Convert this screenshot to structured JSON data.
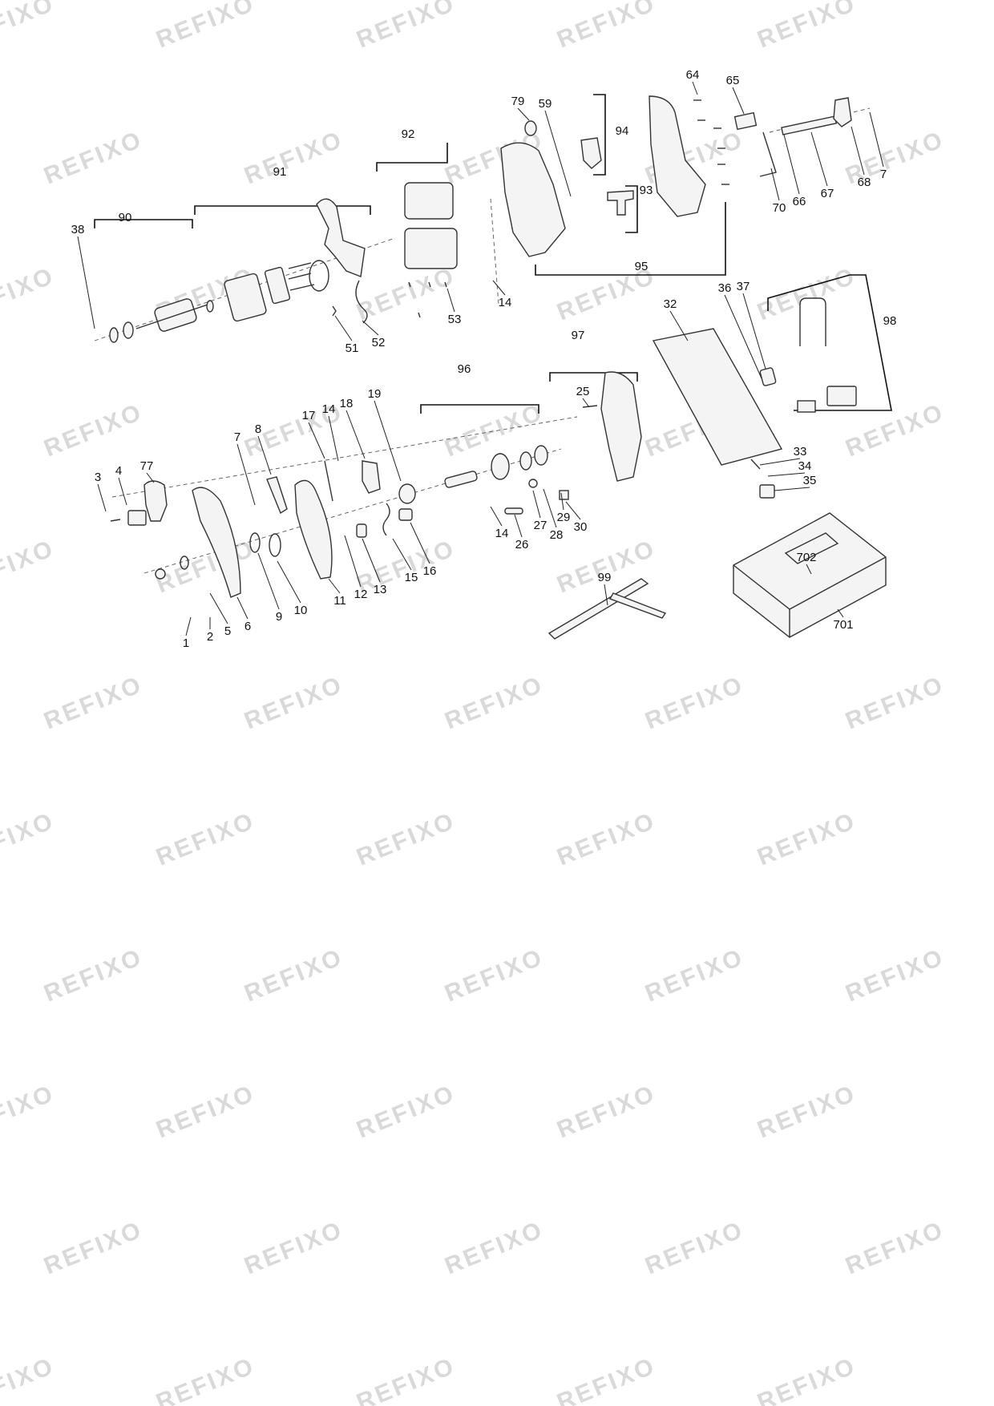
{
  "watermark": {
    "text": "REFIXO",
    "color": "#d9d9d9"
  },
  "callouts": [
    "1",
    "2",
    "3",
    "4",
    "5",
    "6",
    "7",
    "7",
    "8",
    "9",
    "10",
    "11",
    "12",
    "13",
    "14",
    "14",
    "14",
    "15",
    "16",
    "17",
    "18",
    "19",
    "25",
    "26",
    "27",
    "28",
    "29",
    "30",
    "32",
    "33",
    "34",
    "35",
    "36",
    "37",
    "38",
    "51",
    "52",
    "53",
    "59",
    "64",
    "65",
    "66",
    "67",
    "68",
    "70",
    "77",
    "79",
    "90",
    "91",
    "92",
    "93",
    "94",
    "95",
    "96",
    "97",
    "98",
    "99",
    "701",
    "702"
  ]
}
